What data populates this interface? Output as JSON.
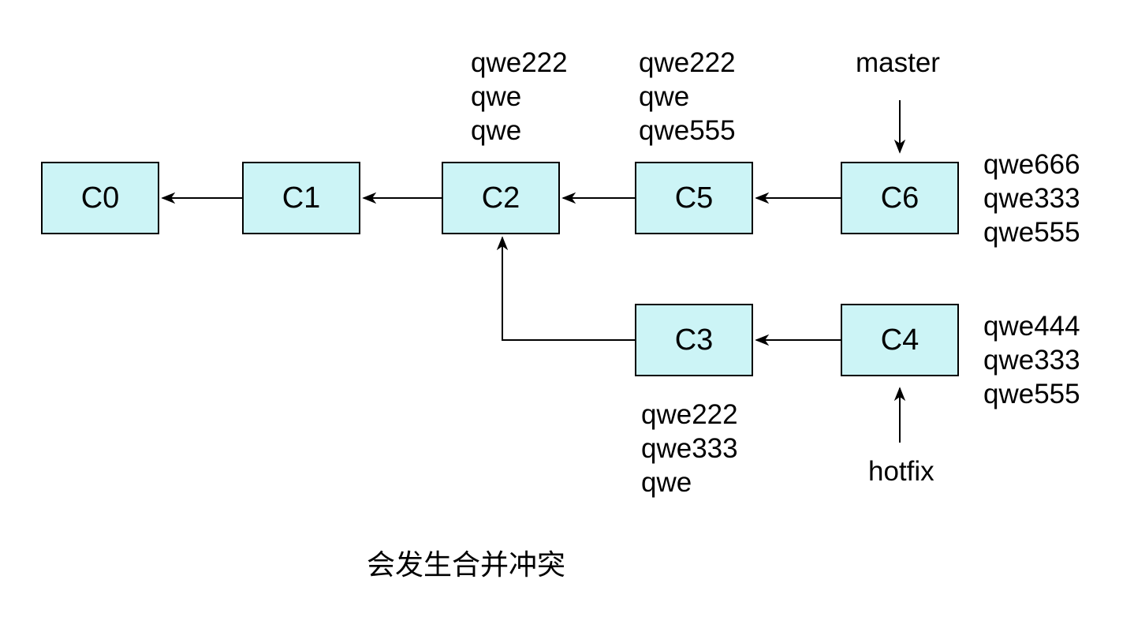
{
  "colors": {
    "node_fill": "#ccf4f6",
    "node_border": "#000000",
    "line_color": "#000000",
    "text_color": "#000000",
    "bg_color": "#ffffff"
  },
  "nodes": {
    "c0": {
      "label": "C0"
    },
    "c1": {
      "label": "C1"
    },
    "c2": {
      "label": "C2"
    },
    "c3": {
      "label": "C3"
    },
    "c4": {
      "label": "C4"
    },
    "c5": {
      "label": "C5"
    },
    "c6": {
      "label": "C6"
    }
  },
  "branches": {
    "master": {
      "label": "master"
    },
    "hotfix": {
      "label": "hotfix"
    }
  },
  "annotations": {
    "c2_above": {
      "lines": [
        "qwe222",
        "qwe",
        "qwe"
      ]
    },
    "c5_above": {
      "lines": [
        "qwe222",
        "qwe",
        "qwe555"
      ]
    },
    "c6_right": {
      "lines": [
        "qwe666",
        "qwe333",
        "qwe555"
      ]
    },
    "c4_right": {
      "lines": [
        "qwe444",
        "qwe333",
        "qwe555"
      ]
    },
    "c3_below": {
      "lines": [
        "qwe222",
        "qwe333",
        "qwe"
      ]
    }
  },
  "caption": {
    "text": "会发生合并冲突"
  }
}
